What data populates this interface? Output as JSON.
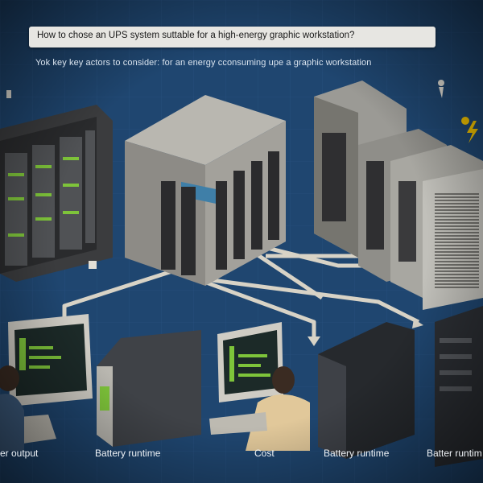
{
  "title": "How to chose an UPS system suttable for a high-energy graphic workstation?",
  "subtitle": "Yok key key actors to consider:   for an energy cconsuming upe a graphic workstation",
  "captions": {
    "c1": "er output",
    "c2": "Battery runtime",
    "c3": "Cost",
    "c4": "Battery runtime",
    "c5": "Batter runtim"
  },
  "colors": {
    "background": "#1d3d63",
    "accent_green": "#7ec43a",
    "server_gray": "#9b9a95"
  }
}
